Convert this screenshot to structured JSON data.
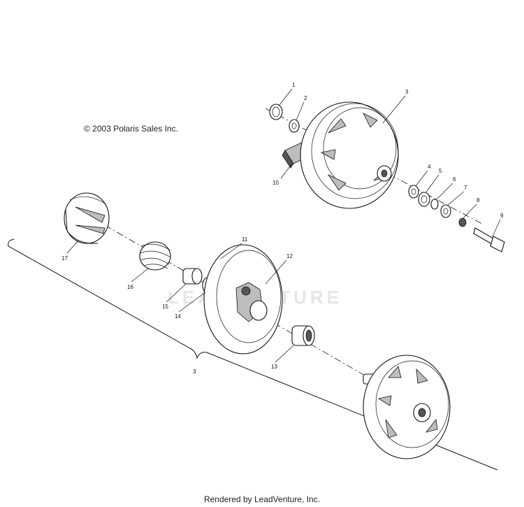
{
  "copyright": "© 2003 Polaris Sales Inc.",
  "footer": "Rendered by LeadVenture, Inc.",
  "watermark": "LEADVENTURE",
  "callouts": [
    {
      "id": "1",
      "label": "1"
    },
    {
      "id": "2",
      "label": "2"
    },
    {
      "id": "3",
      "label": "3"
    },
    {
      "id": "4",
      "label": "4"
    },
    {
      "id": "5",
      "label": "5"
    },
    {
      "id": "6",
      "label": "6"
    },
    {
      "id": "7",
      "label": "7"
    },
    {
      "id": "8",
      "label": "8"
    },
    {
      "id": "9",
      "label": "9"
    },
    {
      "id": "10",
      "label": "10"
    },
    {
      "id": "11",
      "label": "11"
    },
    {
      "id": "12",
      "label": "12"
    },
    {
      "id": "13",
      "label": "13"
    },
    {
      "id": "14",
      "label": "14"
    },
    {
      "id": "15",
      "label": "15"
    },
    {
      "id": "16",
      "label": "16"
    },
    {
      "id": "17",
      "label": "17"
    },
    {
      "id": "3b",
      "label": "3"
    }
  ]
}
